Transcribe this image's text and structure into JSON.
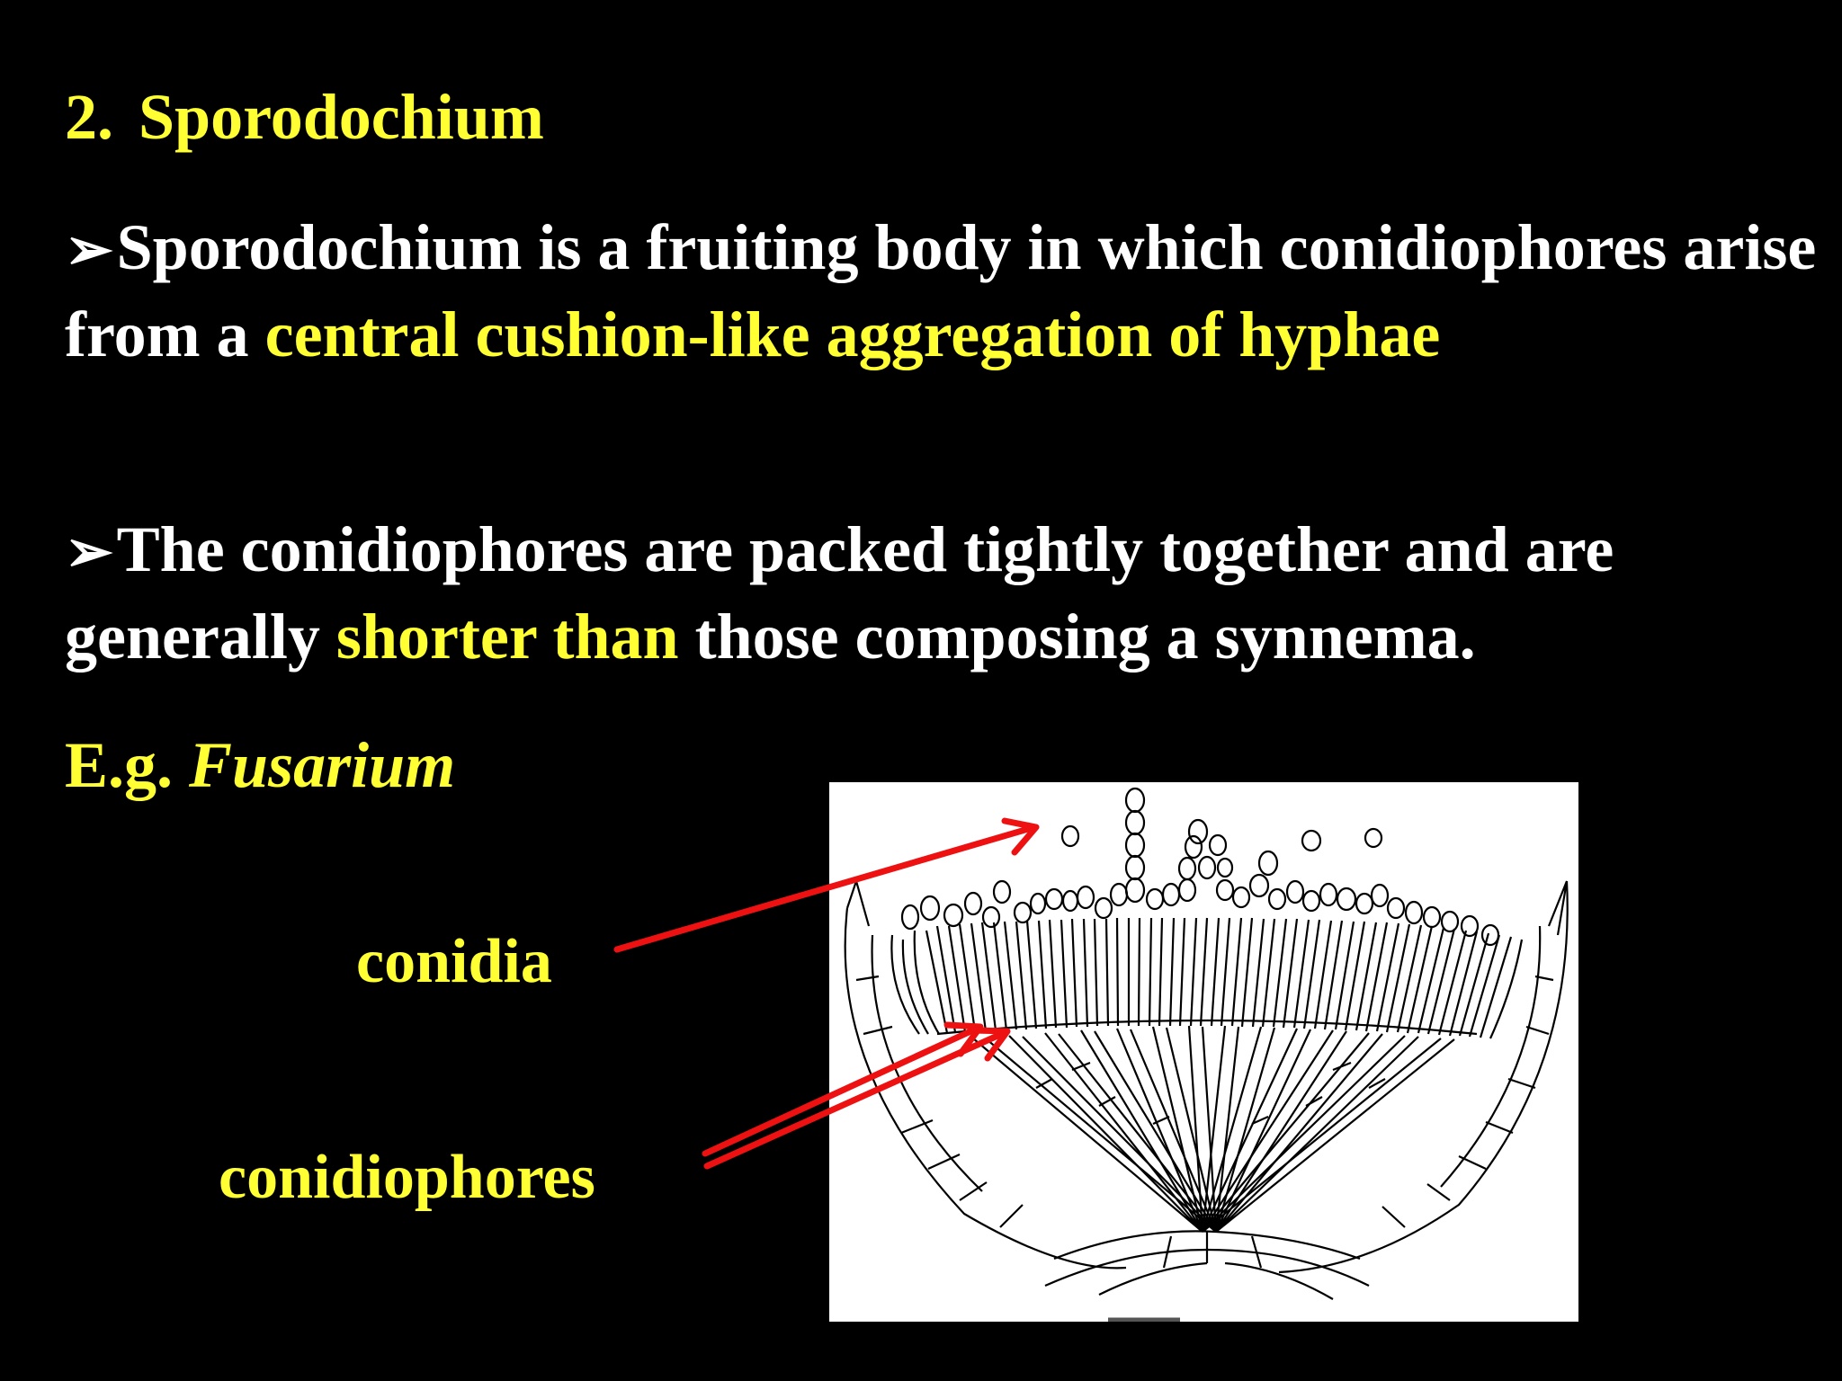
{
  "heading": {
    "number": "2.",
    "title": "Sporodochium"
  },
  "bullets": [
    {
      "symbol": "➢",
      "text_1": "Sporodochium is a fruiting body in which conidiophores arise from a ",
      "highlight_1": "central cushion-like aggregation of hyphae",
      "text_2": ""
    },
    {
      "symbol": "➢",
      "text_1": "The conidiophores are packed tightly together and are generally ",
      "highlight_1": "shorter than",
      "text_2": " those composing a synnema."
    }
  ],
  "example": {
    "prefix": "E.g.",
    "genus": "Fusarium"
  },
  "figure_labels": {
    "conidia": "conidia",
    "conidiophores": "conidiophores"
  },
  "colors": {
    "background": "#000000",
    "text": "#ffffff",
    "highlight": "#ffff33",
    "arrow": "#ee1111",
    "figure_bg": "#ffffff"
  }
}
